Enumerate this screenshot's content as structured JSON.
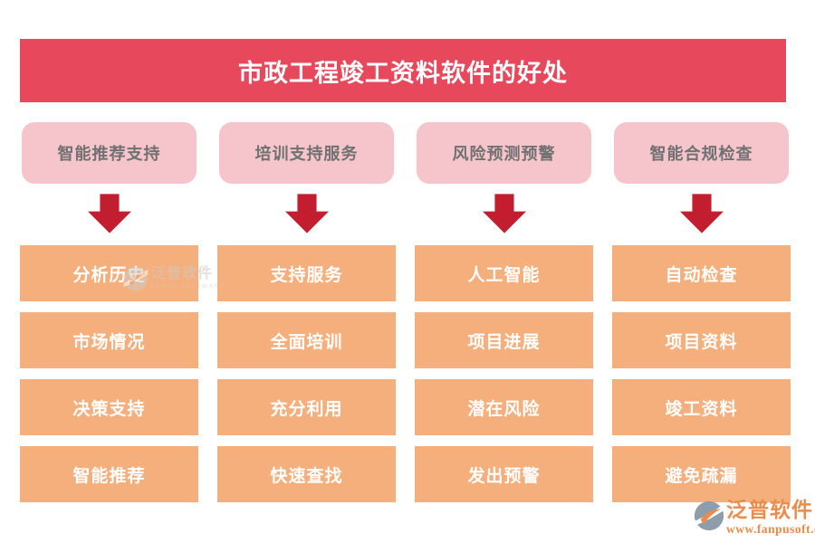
{
  "title": "市政工程竣工资料软件的好处",
  "columns": [
    {
      "header": "智能推荐支持",
      "items": [
        "分析历史",
        "市场情况",
        "决策支持",
        "智能推荐"
      ]
    },
    {
      "header": "培训支持服务",
      "items": [
        "支持服务",
        "全面培训",
        "充分利用",
        "快速查找"
      ]
    },
    {
      "header": "风险预测预警",
      "items": [
        "人工智能",
        "项目进展",
        "潜在风险",
        "发出预警"
      ]
    },
    {
      "header": "智能合规检查",
      "items": [
        "自动检查",
        "项目资料",
        "竣工资料",
        "避免疏漏"
      ]
    }
  ],
  "watermark": {
    "brand": "泛普软件",
    "brand_en": "FANPU SOFTWARE"
  },
  "footer_logo": {
    "brand": "泛普软件",
    "website": "www.fanpusoft.com"
  },
  "icons": {
    "arrow": "down-arrow-icon",
    "logo": "fanpu-logo-icon"
  },
  "colors": {
    "banner_bg": "#e8485c",
    "banner_text": "#ffffff",
    "header_bg": "#f6c5cb",
    "header_text": "#707173",
    "arrow": "#c21e2f",
    "cell_bg": "#f5af7d",
    "cell_text": "#ffffff",
    "logo_orange": "#ed8b4a",
    "logo_gray": "#8e9dab"
  }
}
